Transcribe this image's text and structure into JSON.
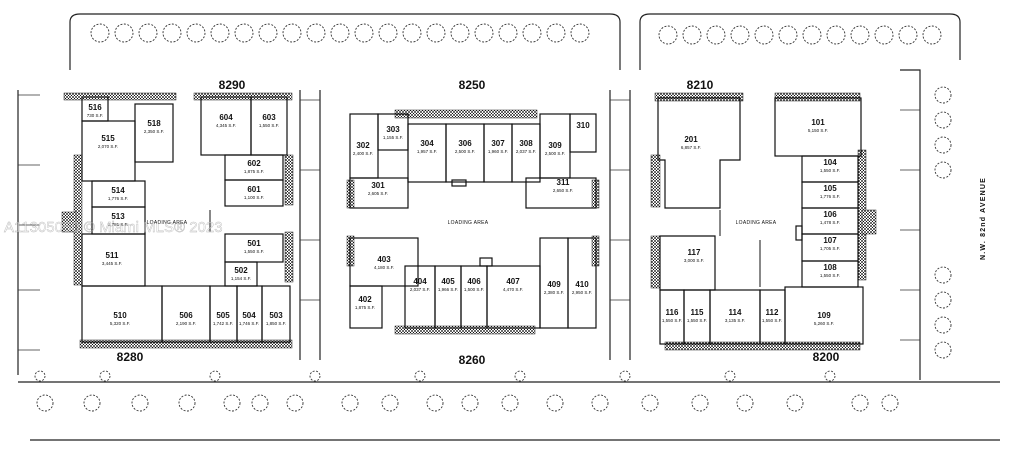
{
  "watermark": "A11305050 © Miami MLS® 2023",
  "street": "N.W. 82nd AVENUE",
  "loading_area_label": "LOADING AREA",
  "buildings": [
    {
      "id": "8290",
      "label": "8290"
    },
    {
      "id": "8250",
      "label": "8250"
    },
    {
      "id": "8210",
      "label": "8210"
    },
    {
      "id": "8280",
      "label": "8280"
    },
    {
      "id": "8260",
      "label": "8260"
    },
    {
      "id": "8200",
      "label": "8200"
    }
  ],
  "units": [
    {
      "num": "516",
      "sf": "730 S.F."
    },
    {
      "num": "518",
      "sf": "2,350 S.F."
    },
    {
      "num": "515",
      "sf": "2,070 S.F."
    },
    {
      "num": "514",
      "sf": "1,776 S.F."
    },
    {
      "num": "513",
      "sf": "1,781 S.F."
    },
    {
      "num": "511",
      "sf": "3,445 S.F."
    },
    {
      "num": "510",
      "sf": "5,320 S.F."
    },
    {
      "num": "506",
      "sf": "2,190 S.F."
    },
    {
      "num": "505",
      "sf": "1,742 S.F."
    },
    {
      "num": "504",
      "sf": "1,746 S.F."
    },
    {
      "num": "503",
      "sf": "1,850 S.F."
    },
    {
      "num": "604",
      "sf": "4,345 S.F."
    },
    {
      "num": "603",
      "sf": "1,550 S.F."
    },
    {
      "num": "602",
      "sf": "1,875 S.F."
    },
    {
      "num": "601",
      "sf": "1,100 S.F."
    },
    {
      "num": "501",
      "sf": "1,550 S.F."
    },
    {
      "num": "502",
      "sf": "1,154 S.F."
    },
    {
      "num": "302",
      "sf": "2,400 S.F."
    },
    {
      "num": "303",
      "sf": "1,155 S.F."
    },
    {
      "num": "304",
      "sf": "1,957 S.F."
    },
    {
      "num": "306",
      "sf": "2,500 S.F."
    },
    {
      "num": "307",
      "sf": "1,960 S.F."
    },
    {
      "num": "308",
      "sf": "2,037 S.F."
    },
    {
      "num": "309",
      "sf": "2,500 S.F."
    },
    {
      "num": "310",
      "sf": ""
    },
    {
      "num": "301",
      "sf": "2,605 S.F."
    },
    {
      "num": "311",
      "sf": "2,650 S.F."
    },
    {
      "num": "403",
      "sf": "4,180 S.F."
    },
    {
      "num": "402",
      "sf": "1,875 S.F."
    },
    {
      "num": "404",
      "sf": "2,037 S.F."
    },
    {
      "num": "405",
      "sf": "1,966 S.F."
    },
    {
      "num": "406",
      "sf": "1,500 S.F."
    },
    {
      "num": "407",
      "sf": "4,470 S.F."
    },
    {
      "num": "409",
      "sf": "2,380 S.F."
    },
    {
      "num": "410",
      "sf": "2,950 S.F."
    },
    {
      "num": "201",
      "sf": "6,857 S.F."
    },
    {
      "num": "101",
      "sf": "5,150 S.F."
    },
    {
      "num": "104",
      "sf": "1,550 S.F."
    },
    {
      "num": "105",
      "sf": "1,776 S.F."
    },
    {
      "num": "106",
      "sf": "1,478 S.F."
    },
    {
      "num": "107",
      "sf": "1,705 S.F."
    },
    {
      "num": "108",
      "sf": "1,550 S.F."
    },
    {
      "num": "117",
      "sf": "3,000 S.F."
    },
    {
      "num": "116",
      "sf": "1,550 S.F."
    },
    {
      "num": "115",
      "sf": "1,550 S.F."
    },
    {
      "num": "114",
      "sf": "3,135 S.F."
    },
    {
      "num": "112",
      "sf": "1,550 S.F."
    },
    {
      "num": "109",
      "sf": "5,260 S.F."
    }
  ]
}
